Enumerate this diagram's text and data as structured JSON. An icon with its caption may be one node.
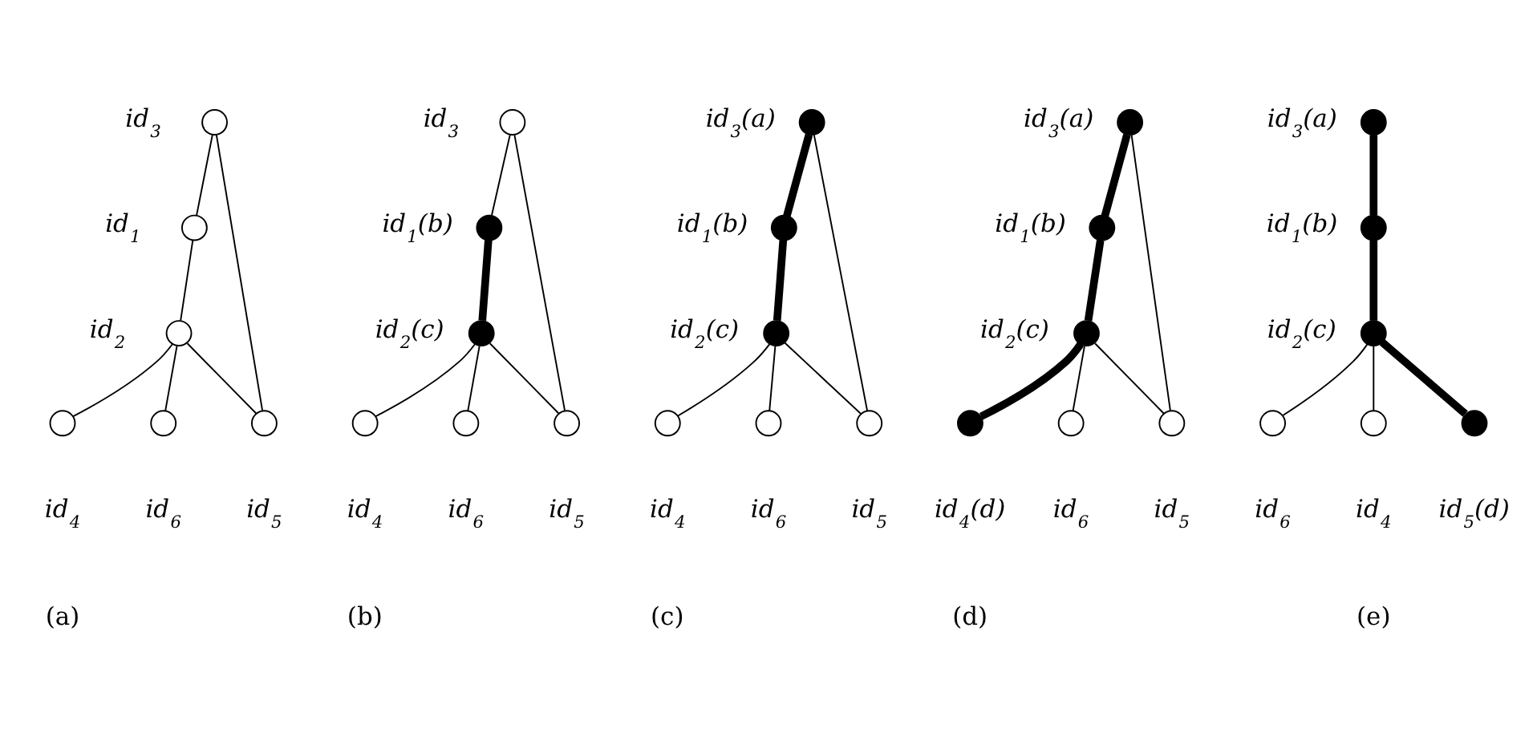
{
  "diagram": {
    "nodes": [
      {
        "text": [],
        "shape": "circle",
        "beside": [
          "id$_{3}$"
        ]
      },
      {
        "text": [],
        "shape": "circle",
        "beside": [
          "id$_{1}$"
        ]
      },
      {
        "text": [],
        "shape": "circle",
        "beside": [
          "id$_{2}$"
        ]
      },
      {
        "text": [],
        "shape": "circle",
        "beside": [
          "id$_{6}$"
        ]
      },
      {
        "text": [],
        "shape": "circle",
        "beside": [
          "id$_{4}$"
        ]
      },
      {
        "text": [],
        "shape": "circle",
        "beside": [
          "id$_{5}$"
        ]
      },
      {
        "text": [],
        "shape": "circle",
        "beside": [
          "id$_{3}$"
        ]
      },
      {
        "text": [],
        "shape": "dot",
        "beside": [
          "id$_{1}$(b)"
        ]
      },
      {
        "text": [],
        "shape": "dot",
        "beside": [
          "id$_{2}$(c)"
        ]
      },
      {
        "text": [],
        "shape": "circle",
        "beside": [
          "id$_{6}$"
        ]
      },
      {
        "text": [],
        "shape": "circle",
        "beside": [
          "id$_{4}$"
        ]
      },
      {
        "text": [],
        "shape": "circle",
        "beside": [
          "id$_{5}$"
        ]
      },
      {
        "text": [],
        "shape": "dot",
        "beside": [
          "id$_{3}$(a)"
        ]
      },
      {
        "text": [],
        "shape": "dot",
        "beside": [
          "id$_{1}$(b)"
        ]
      },
      {
        "text": [],
        "shape": "dot",
        "beside": [
          "id$_{2}$(c)"
        ]
      },
      {
        "text": [],
        "shape": "circle",
        "beside": [
          "id$_{6}$"
        ]
      },
      {
        "text": [],
        "shape": "circle",
        "beside": [
          "id$_{4}$"
        ]
      },
      {
        "text": [],
        "shape": "circle",
        "beside": [
          "id$_{5}$"
        ]
      },
      {
        "text": [],
        "shape": "dot",
        "beside": [
          "id$_{3}$(a)"
        ]
      },
      {
        "text": [],
        "shape": "dot",
        "beside": [
          "id$_{1}$(b)"
        ]
      },
      {
        "text": [],
        "shape": "dot",
        "beside": [
          "id$_{2}$(c)"
        ]
      },
      {
        "text": [],
        "shape": "circle",
        "beside": [
          "id$_{6}$"
        ]
      },
      {
        "text": [],
        "shape": "dot",
        "beside": [
          "id$_{4}$(d)"
        ]
      },
      {
        "text": [],
        "shape": "circle",
        "beside": [
          "id$_{5}$"
        ]
      },
      {
        "text": [],
        "shape": "dot",
        "beside": [
          "id$_{3}$(a)"
        ]
      },
      {
        "text": [],
        "shape": "dot",
        "beside": [
          "id$_{1}$(b)"
        ]
      },
      {
        "text": [],
        "shape": "dot",
        "beside": [
          "id$_{2}$(c)"
        ]
      },
      {
        "text": [],
        "shape": "circle",
        "beside": [
          "id$_{6}$"
        ]
      },
      {
        "text": [],
        "shape": "circle",
        "beside": [
          "id$_{4}$"
        ]
      },
      {
        "text": [],
        "shape": "dot",
        "beside": [
          "id$_{5}$(d)"
        ]
      }
    ],
    "edges": [
      {
        "from": 0,
        "to": 1,
        "arrow": "none"
      },
      {
        "from": 1,
        "to": 2,
        "arrow": "none"
      },
      {
        "from": 2,
        "to": 3,
        "arrow": "none"
      },
      {
        "from": 2,
        "to": 4,
        "arrow": "none"
      },
      {
        "from": 2,
        "to": 5,
        "arrow": "none"
      },
      {
        "from": 0,
        "to": 5,
        "arrow": "none"
      },
      {
        "from": 6,
        "to": 7,
        "arrow": "none"
      },
      {
        "from": 7,
        "to": 8,
        "arrow": "none",
        "style": "thick"
      },
      {
        "from": 8,
        "to": 9,
        "arrow": "none"
      },
      {
        "from": 8,
        "to": 10,
        "arrow": "none"
      },
      {
        "from": 8,
        "to": 11,
        "arrow": "none"
      },
      {
        "from": 6,
        "to": 11,
        "arrow": "none"
      },
      {
        "from": 12,
        "to": 13,
        "arrow": "none",
        "style": "thick"
      },
      {
        "from": 13,
        "to": 14,
        "arrow": "none",
        "style": "thick"
      },
      {
        "from": 14,
        "to": 15,
        "arrow": "none"
      },
      {
        "from": 14,
        "to": 16,
        "arrow": "none"
      },
      {
        "from": 14,
        "to": 17,
        "arrow": "none"
      },
      {
        "from": 12,
        "to": 17,
        "arrow": "none"
      },
      {
        "from": 18,
        "to": 19,
        "arrow": "none",
        "style": "thick"
      },
      {
        "from": 19,
        "to": 20,
        "arrow": "none",
        "style": "thick"
      },
      {
        "from": 20,
        "to": 21,
        "arrow": "none"
      },
      {
        "from": 20,
        "to": 22,
        "arrow": "none",
        "style": "thick"
      },
      {
        "from": 20,
        "to": 23,
        "arrow": "none"
      },
      {
        "from": 18,
        "to": 23,
        "arrow": "none"
      },
      {
        "from": 24,
        "to": 25,
        "arrow": "none",
        "style": "thick"
      },
      {
        "from": 25,
        "to": 26,
        "arrow": "none",
        "style": "thick"
      },
      {
        "from": 26,
        "to": 27,
        "arrow": "none"
      },
      {
        "from": 26,
        "to": 28,
        "arrow": "none"
      },
      {
        "from": 26,
        "to": 29,
        "arrow": "none",
        "style": "thick"
      }
    ],
    "labels": [
      "(a)",
      "(b)",
      "(c)",
      "(d)",
      "(e)"
    ]
  }
}
